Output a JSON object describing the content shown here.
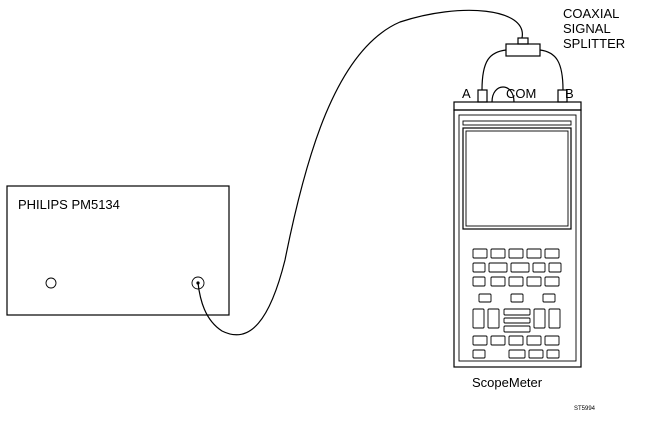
{
  "diagram": {
    "generator": {
      "label": "PHILIPS PM5134"
    },
    "splitter": {
      "label_lines": [
        "COAXIAL",
        "SIGNAL",
        "SPLITTER"
      ]
    },
    "scopemeter": {
      "label": "ScopeMeter",
      "input_a": "A",
      "com": "COM",
      "input_b": "B"
    },
    "figure_code": "ST5994"
  },
  "colors": {
    "line": "#000000",
    "background": "#ffffff"
  }
}
